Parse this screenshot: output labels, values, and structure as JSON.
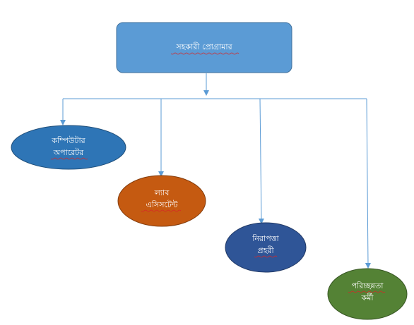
{
  "diagram": {
    "root": {
      "label": "সহকারী প্রোগ্রামার",
      "fill": "#5b9bd5",
      "stroke": "#41719c"
    },
    "connector_color": "#5b9bd5",
    "children": [
      {
        "lines": [
          "কম্পিউটার",
          "অপারেটর"
        ],
        "fill": "#2e75b6",
        "stroke": "#1f4e79"
      },
      {
        "lines": [
          "ল্যাব",
          "এসিসটেন্ট"
        ],
        "fill": "#c55a11",
        "stroke": "#843c0c"
      },
      {
        "lines": [
          "নিরাপত্তা",
          "প্রহরী"
        ],
        "fill": "#2f5597",
        "stroke": "#203864"
      },
      {
        "lines": [
          "পরিচ্ছন্নতা",
          "কর্মী"
        ],
        "fill": "#548235",
        "stroke": "#375623"
      }
    ]
  }
}
